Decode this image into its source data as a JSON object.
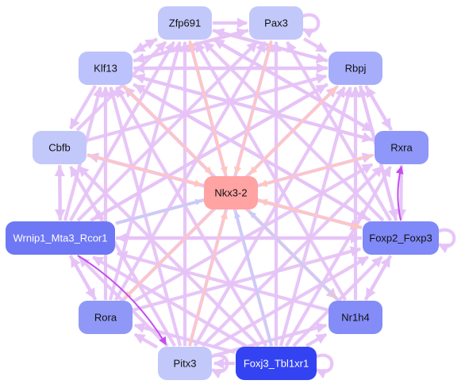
{
  "colors": {
    "edge_lilac": "#e6c3f7",
    "edge_salmon": "#ffc6c0",
    "edge_blue": "#c4cdf7",
    "edge_purple": "#c44cf0",
    "hub_fill": "#ffa3a3",
    "light_node": "#c3c8fb",
    "mid_node": "#a2abfb",
    "dark_node": "#7c85f8",
    "deep_node": "#3343f2"
  },
  "nodes": [
    {
      "id": "nkx",
      "label": "Nkx3-2",
      "color": "#ffa3a3",
      "text": "#111111"
    },
    {
      "id": "zfp",
      "label": "Zfp691",
      "color": "#c3c8fb",
      "text": "#111111"
    },
    {
      "id": "pax",
      "label": "Pax3",
      "color": "#c3c8fb",
      "text": "#111111"
    },
    {
      "id": "klf",
      "label": "Klf13",
      "color": "#bcc2fb",
      "text": "#111111"
    },
    {
      "id": "rbpj",
      "label": "Rbpj",
      "color": "#a6aefb",
      "text": "#111111"
    },
    {
      "id": "cbfb",
      "label": "Cbfb",
      "color": "#c3c8fb",
      "text": "#111111"
    },
    {
      "id": "rxra",
      "label": "Rxra",
      "color": "#8f97f8",
      "text": "#111111"
    },
    {
      "id": "wrn",
      "label": "Wrnip1_Mta3_Rcor1",
      "color": "#6e78f4",
      "text": "#ffffff"
    },
    {
      "id": "foxp",
      "label": "Foxp2_Foxp3",
      "color": "#7f89f7",
      "text": "#111111"
    },
    {
      "id": "rora",
      "label": "Rora",
      "color": "#8f98f7",
      "text": "#111111"
    },
    {
      "id": "nr1",
      "label": "Nr1h4",
      "color": "#838cf7",
      "text": "#111111"
    },
    {
      "id": "pitx",
      "label": "Pitx3",
      "color": "#c3c8fb",
      "text": "#111111"
    },
    {
      "id": "foxj",
      "label": "Foxj3_Tbl1xr1",
      "color": "#3343f2",
      "text": "#ffffff"
    }
  ],
  "edges": [
    {
      "from": "zfp",
      "to": "nkx",
      "type": "salmon"
    },
    {
      "from": "pax",
      "to": "nkx",
      "type": "salmon"
    },
    {
      "from": "rbpj",
      "to": "nkx",
      "type": "salmon"
    },
    {
      "from": "rxra",
      "to": "nkx",
      "type": "salmon"
    },
    {
      "from": "foxp",
      "to": "nkx",
      "type": "salmon"
    },
    {
      "from": "klf",
      "to": "nkx",
      "type": "salmon"
    },
    {
      "from": "cbfb",
      "to": "nkx",
      "type": "salmon"
    },
    {
      "from": "pitx",
      "to": "nkx",
      "type": "salmon"
    },
    {
      "from": "wrn",
      "to": "nkx",
      "type": "blue"
    },
    {
      "from": "foxj",
      "to": "nkx",
      "type": "blue"
    },
    {
      "from": "nr1",
      "to": "nkx",
      "type": "blue"
    },
    {
      "from": "nkx",
      "to": "zfp",
      "type": "salmon"
    },
    {
      "from": "nkx",
      "to": "rbpj",
      "type": "salmon"
    },
    {
      "from": "nkx",
      "to": "foxp",
      "type": "salmon"
    },
    {
      "from": "nkx",
      "to": "rora",
      "type": "salmon"
    },
    {
      "from": "nkx",
      "to": "nr1",
      "type": "salmon"
    },
    {
      "from": "wrn",
      "to": "pitx",
      "type": "purple"
    },
    {
      "from": "foxp",
      "to": "rxra",
      "type": "purple"
    },
    {
      "from": "foxj",
      "to": "zfp",
      "type": "lilac"
    },
    {
      "from": "foxj",
      "to": "pax",
      "type": "lilac"
    },
    {
      "from": "foxj",
      "to": "klf",
      "type": "lilac"
    },
    {
      "from": "foxj",
      "to": "rbpj",
      "type": "lilac"
    },
    {
      "from": "foxj",
      "to": "cbfb",
      "type": "lilac"
    },
    {
      "from": "foxj",
      "to": "rxra",
      "type": "lilac"
    },
    {
      "from": "foxj",
      "to": "wrn",
      "type": "lilac"
    },
    {
      "from": "foxj",
      "to": "foxp",
      "type": "lilac"
    },
    {
      "from": "foxj",
      "to": "rora",
      "type": "lilac"
    },
    {
      "from": "foxj",
      "to": "nr1",
      "type": "lilac"
    },
    {
      "from": "foxj",
      "to": "pitx",
      "type": "lilac"
    },
    {
      "from": "pitx",
      "to": "zfp",
      "type": "lilac"
    },
    {
      "from": "pitx",
      "to": "pax",
      "type": "lilac"
    },
    {
      "from": "pitx",
      "to": "klf",
      "type": "lilac"
    },
    {
      "from": "pitx",
      "to": "rbpj",
      "type": "lilac"
    },
    {
      "from": "pitx",
      "to": "cbfb",
      "type": "lilac"
    },
    {
      "from": "pitx",
      "to": "rxra",
      "type": "lilac"
    },
    {
      "from": "pitx",
      "to": "wrn",
      "type": "lilac"
    },
    {
      "from": "pitx",
      "to": "foxp",
      "type": "lilac"
    },
    {
      "from": "pitx",
      "to": "rora",
      "type": "lilac"
    },
    {
      "from": "pitx",
      "to": "nr1",
      "type": "lilac"
    },
    {
      "from": "rora",
      "to": "zfp",
      "type": "lilac"
    },
    {
      "from": "rora",
      "to": "pax",
      "type": "lilac"
    },
    {
      "from": "rora",
      "to": "klf",
      "type": "lilac"
    },
    {
      "from": "rora",
      "to": "rbpj",
      "type": "lilac"
    },
    {
      "from": "rora",
      "to": "rxra",
      "type": "lilac"
    },
    {
      "from": "rora",
      "to": "foxp",
      "type": "lilac"
    },
    {
      "from": "rora",
      "to": "wrn",
      "type": "lilac"
    },
    {
      "from": "nr1",
      "to": "zfp",
      "type": "lilac"
    },
    {
      "from": "nr1",
      "to": "klf",
      "type": "lilac"
    },
    {
      "from": "nr1",
      "to": "rbpj",
      "type": "lilac"
    },
    {
      "from": "nr1",
      "to": "foxp",
      "type": "lilac"
    },
    {
      "from": "nr1",
      "to": "wrn",
      "type": "lilac"
    },
    {
      "from": "wrn",
      "to": "zfp",
      "type": "lilac"
    },
    {
      "from": "wrn",
      "to": "pax",
      "type": "lilac"
    },
    {
      "from": "wrn",
      "to": "klf",
      "type": "lilac"
    },
    {
      "from": "wrn",
      "to": "rbpj",
      "type": "lilac"
    },
    {
      "from": "wrn",
      "to": "cbfb",
      "type": "lilac"
    },
    {
      "from": "wrn",
      "to": "rxra",
      "type": "lilac"
    },
    {
      "from": "wrn",
      "to": "foxp",
      "type": "lilac"
    },
    {
      "from": "wrn",
      "to": "rora",
      "type": "lilac"
    },
    {
      "from": "foxp",
      "to": "zfp",
      "type": "lilac"
    },
    {
      "from": "foxp",
      "to": "pax",
      "type": "lilac"
    },
    {
      "from": "foxp",
      "to": "klf",
      "type": "lilac"
    },
    {
      "from": "foxp",
      "to": "rbpj",
      "type": "lilac"
    },
    {
      "from": "foxp",
      "to": "cbfb",
      "type": "lilac"
    },
    {
      "from": "foxp",
      "to": "wrn",
      "type": "lilac"
    },
    {
      "from": "foxp",
      "to": "nr1",
      "type": "lilac"
    },
    {
      "from": "rxra",
      "to": "zfp",
      "type": "lilac"
    },
    {
      "from": "rxra",
      "to": "klf",
      "type": "lilac"
    },
    {
      "from": "rxra",
      "to": "rbpj",
      "type": "lilac"
    },
    {
      "from": "rxra",
      "to": "foxp",
      "type": "lilac"
    },
    {
      "from": "klf",
      "to": "zfp",
      "type": "lilac"
    },
    {
      "from": "klf",
      "to": "pax",
      "type": "lilac"
    },
    {
      "from": "klf",
      "to": "rbpj",
      "type": "lilac"
    },
    {
      "from": "klf",
      "to": "cbfb",
      "type": "lilac"
    },
    {
      "from": "klf",
      "to": "rxra",
      "type": "lilac"
    },
    {
      "from": "klf",
      "to": "foxp",
      "type": "lilac"
    },
    {
      "from": "klf",
      "to": "nr1",
      "type": "lilac"
    },
    {
      "from": "zfp",
      "to": "klf",
      "type": "lilac"
    },
    {
      "from": "zfp",
      "to": "rbpj",
      "type": "lilac"
    },
    {
      "from": "zfp",
      "to": "pax",
      "type": "lilac"
    },
    {
      "from": "zfp",
      "to": "rxra",
      "type": "lilac"
    },
    {
      "from": "pax",
      "to": "rbpj",
      "type": "lilac"
    },
    {
      "from": "pax",
      "to": "klf",
      "type": "lilac"
    },
    {
      "from": "rbpj",
      "to": "klf",
      "type": "lilac"
    },
    {
      "from": "rbpj",
      "to": "zfp",
      "type": "lilac"
    },
    {
      "from": "rbpj",
      "to": "rxra",
      "type": "lilac"
    },
    {
      "from": "rbpj",
      "to": "wrn",
      "type": "lilac"
    },
    {
      "from": "rbpj",
      "to": "foxp",
      "type": "lilac"
    },
    {
      "from": "cbfb",
      "to": "wrn",
      "type": "lilac"
    },
    {
      "from": "cbfb",
      "to": "zfp",
      "type": "lilac"
    },
    {
      "from": "cbfb",
      "to": "rbpj",
      "type": "lilac"
    },
    {
      "from": "cbfb",
      "to": "foxp",
      "type": "lilac"
    },
    {
      "from": "pitx",
      "to": "pitx",
      "type": "lilac"
    },
    {
      "from": "pax",
      "to": "pax",
      "type": "lilac"
    },
    {
      "from": "foxp",
      "to": "foxp",
      "type": "lilac"
    },
    {
      "from": "foxj",
      "to": "foxj",
      "type": "lilac"
    }
  ]
}
